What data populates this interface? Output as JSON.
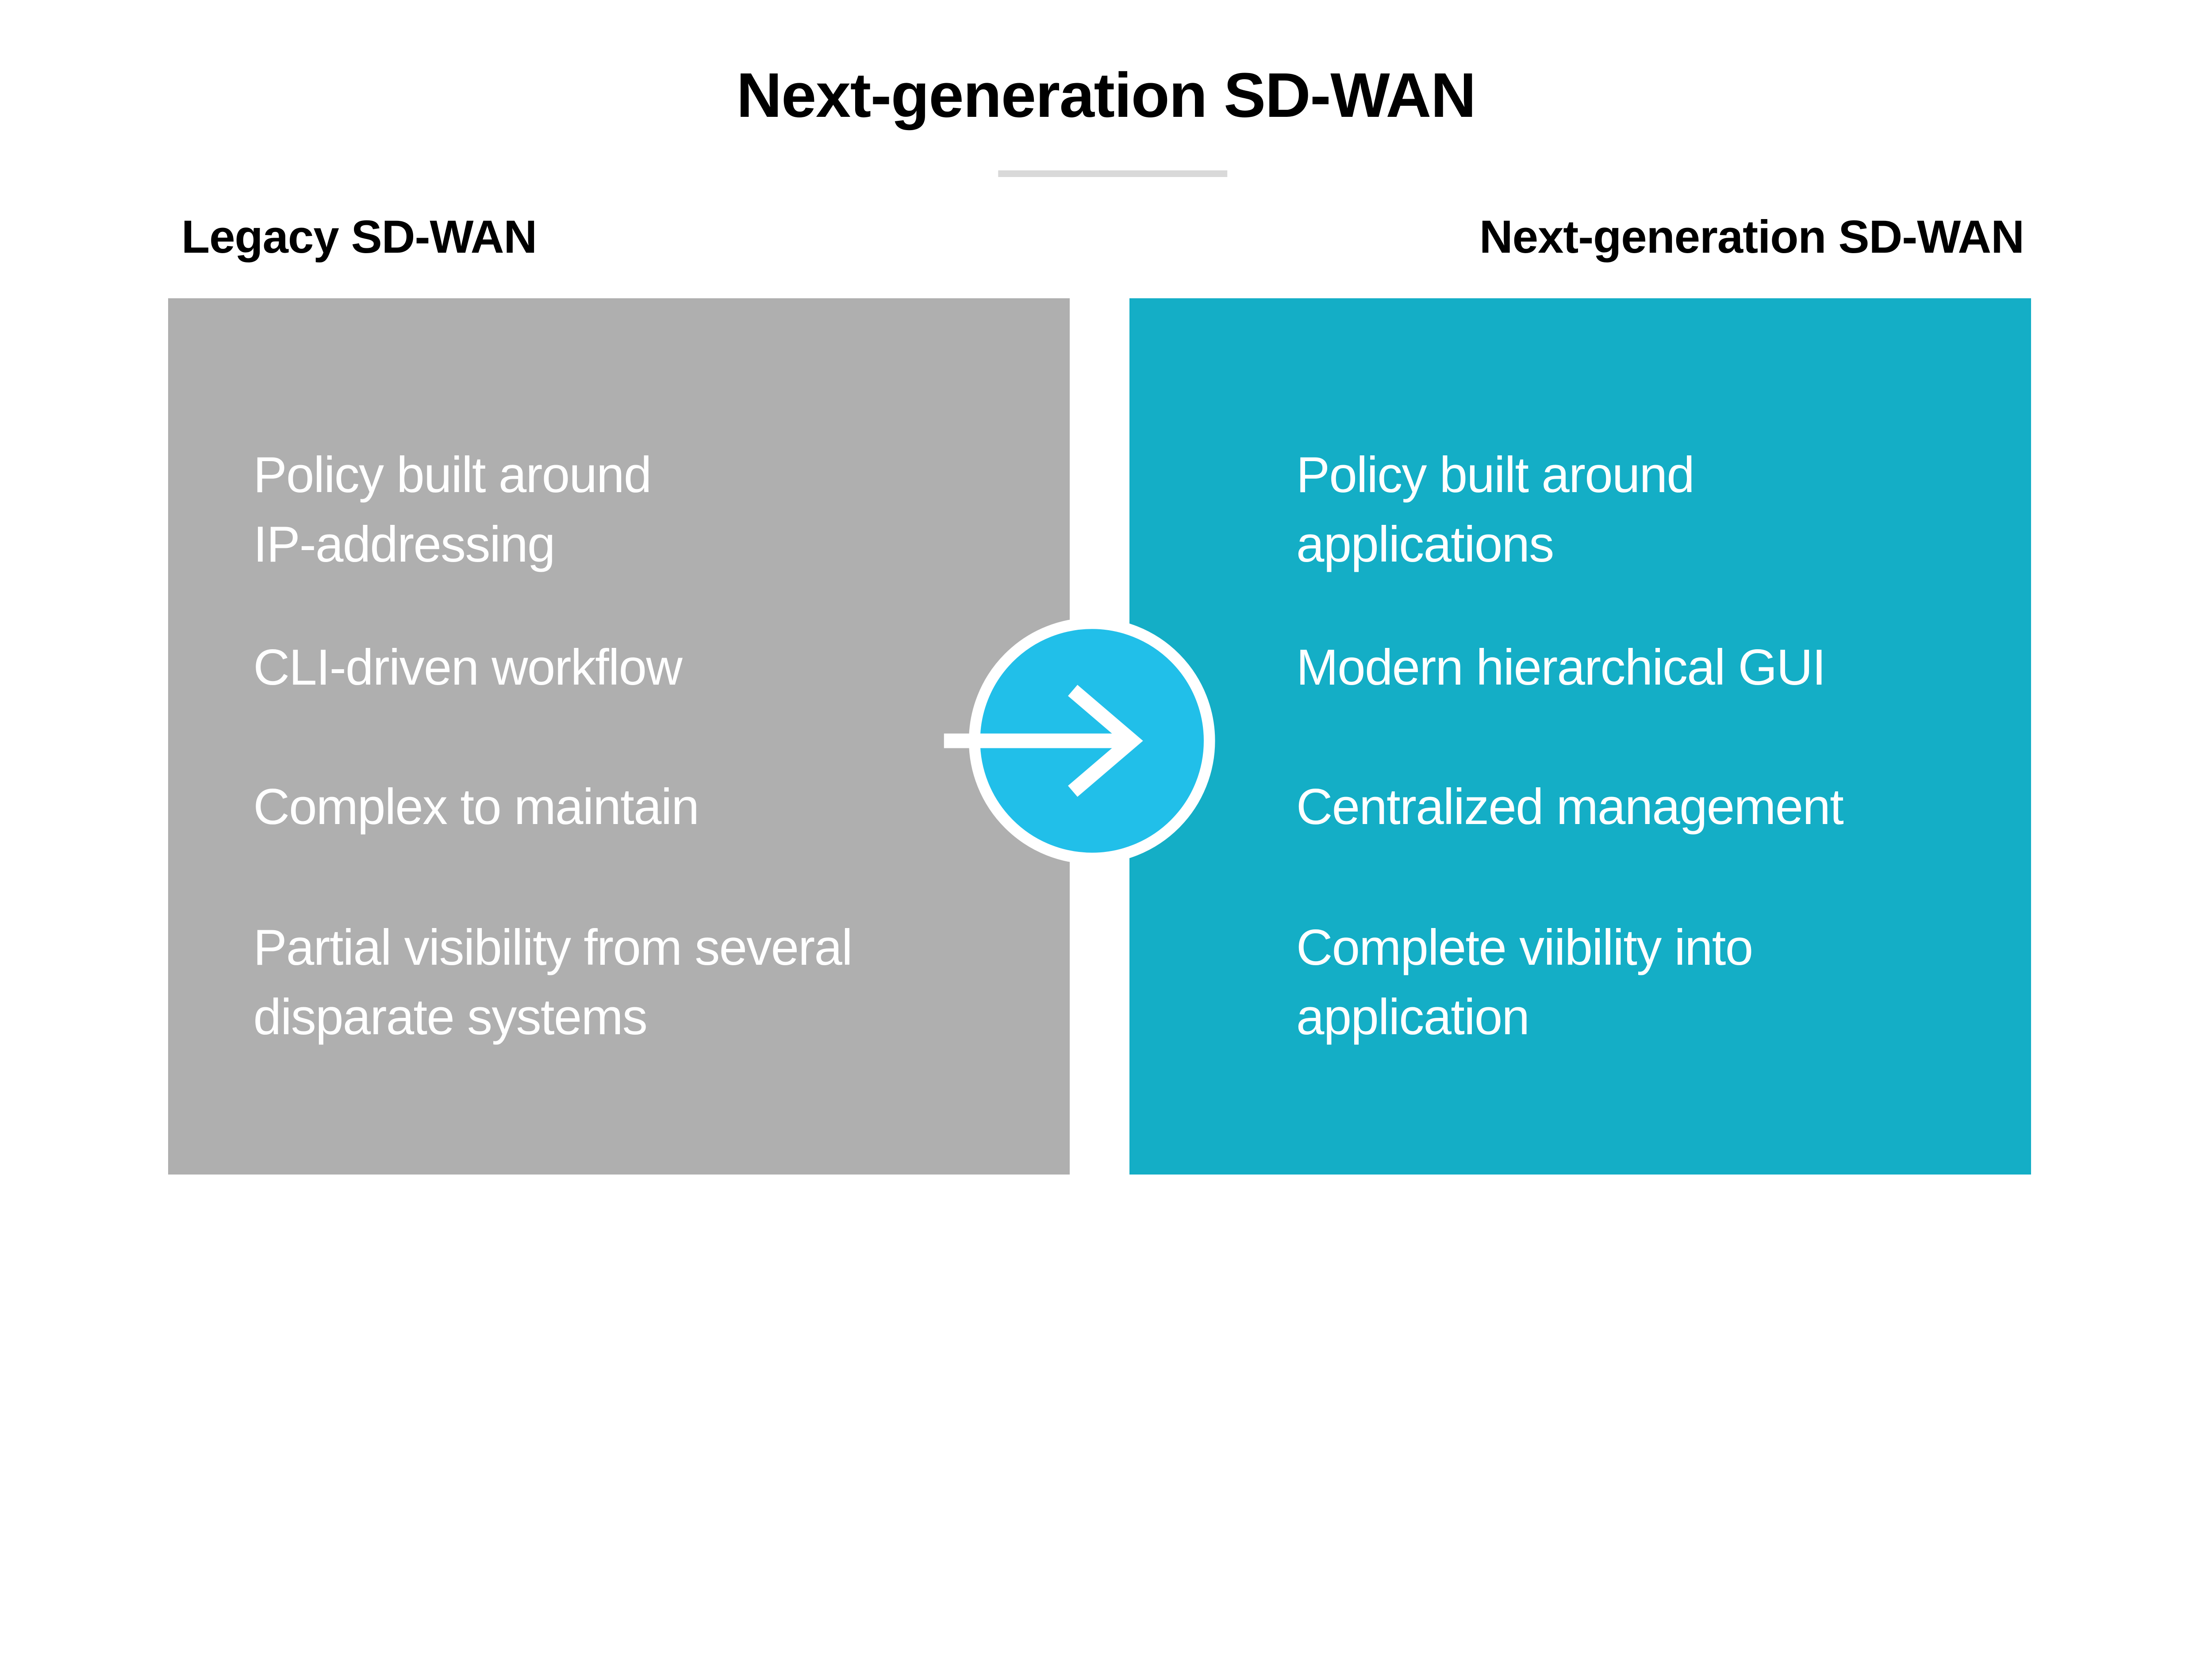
{
  "title": {
    "text": "Next-generation SD-WAN"
  },
  "legacy": {
    "header": "Legacy SD-WAN",
    "items": [
      "Policy built around\nIP-addressing",
      "CLI-driven workflow",
      "Complex to maintain",
      "Partial visibility from several\ndisparate systems"
    ]
  },
  "nextgen": {
    "header": "Next-generation SD-WAN",
    "items": [
      "Policy built around\napplications",
      "Modern hierarchical GUI",
      "Centralized management",
      "Complete viibility into\napplication"
    ]
  },
  "icons": {
    "arrow": "arrow-right-icon"
  },
  "colors": {
    "panel-gray": "#afafaf",
    "panel-teal": "#14aec6",
    "circle-blue": "#21bfe9",
    "underline-gray": "#d9d9d9",
    "heading-black": "#000000",
    "panel-text": "#ffffff"
  }
}
